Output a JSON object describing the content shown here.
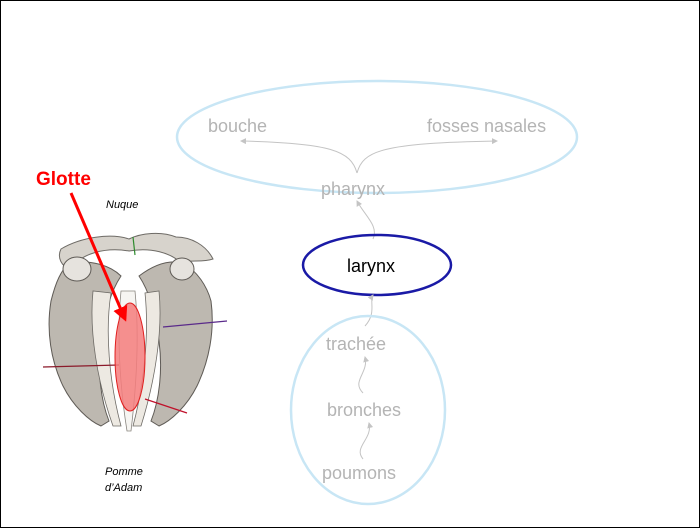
{
  "nodes": {
    "bouche": "bouche",
    "fosses_nasales": "fosses nasales",
    "pharynx": "pharynx",
    "larynx": "larynx",
    "trachee": "trachée",
    "bronches": "bronches",
    "poumons": "poumons"
  },
  "anatomy": {
    "glotte": "Glotte",
    "nuque": "Nuque",
    "pomme_line1": "Pomme",
    "pomme_line2": "d’Adam"
  },
  "colors": {
    "faint_ellipse": "#c8e6f5",
    "highlight_ellipse": "#1a1aa6",
    "faint_text": "#b4b4b4",
    "glotte_red": "#ff0000",
    "glotte_fill": "#f47c7c"
  }
}
